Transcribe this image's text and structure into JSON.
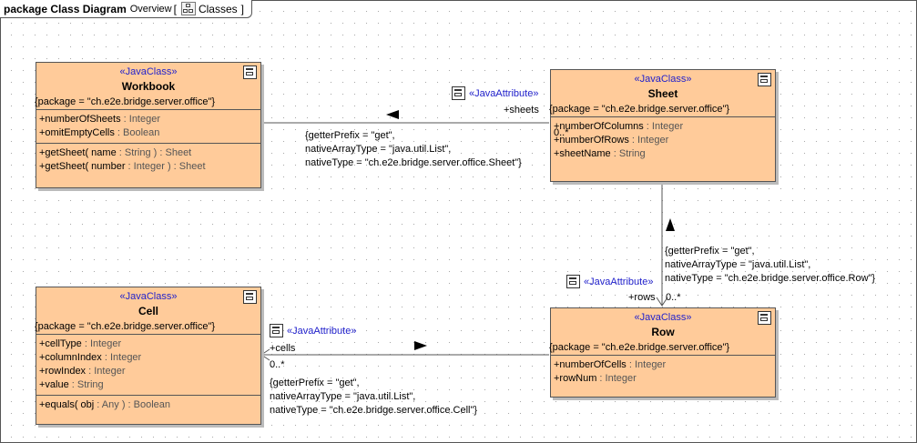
{
  "frame": {
    "keyword": "package Class Diagram",
    "name": "Overview",
    "open_bracket": "[",
    "tab_label": "Classes",
    "close_bracket": "]"
  },
  "classes": {
    "workbook": {
      "stereotype": "«JavaClass»",
      "name": "Workbook",
      "tagged": "{package = \"ch.e2e.bridge.server.office\"}",
      "attributes": [
        {
          "name": "+numberOfSheets",
          "type": " : Integer"
        },
        {
          "name": "+omitEmptyCells",
          "type": " : Boolean"
        }
      ],
      "operations": [
        {
          "name": "+getSheet( name",
          "type": " : String ) : Sheet"
        },
        {
          "name": "+getSheet( number",
          "type": " : Integer ) : Sheet"
        }
      ]
    },
    "sheet": {
      "stereotype": "«JavaClass»",
      "name": "Sheet",
      "tagged": "{package = \"ch.e2e.bridge.server.office\"}",
      "attributes": [
        {
          "name": "+numberOfColumns",
          "type": " : Integer"
        },
        {
          "name": "+numberOfRows",
          "type": " : Integer"
        },
        {
          "name": "+sheetName",
          "type": " : String"
        }
      ]
    },
    "cell": {
      "stereotype": "«JavaClass»",
      "name": "Cell",
      "tagged": "{package = \"ch.e2e.bridge.server.office\"}",
      "attributes": [
        {
          "name": "+cellType",
          "type": " : Integer"
        },
        {
          "name": "+columnIndex",
          "type": " : Integer"
        },
        {
          "name": "+rowIndex",
          "type": " : Integer"
        },
        {
          "name": "+value",
          "type": " : String"
        }
      ],
      "operations": [
        {
          "name": "+equals( obj",
          "type": " : Any ) : Boolean"
        }
      ]
    },
    "row": {
      "stereotype": "«JavaClass»",
      "name": "Row",
      "tagged": "{package = \"ch.e2e.bridge.server.office\"}",
      "attributes": [
        {
          "name": "+numberOfCells",
          "type": " : Integer"
        },
        {
          "name": "+rowNum",
          "type": " : Integer"
        }
      ]
    }
  },
  "associations": {
    "sheets": {
      "stereotype": "«JavaAttribute»",
      "role": "+sheets",
      "multiplicity": "0..*",
      "tags": [
        "{getterPrefix = \"get\",",
        "nativeArrayType = \"java.util.List\",",
        "nativeType = \"ch.e2e.bridge.server.office.Sheet\"}"
      ]
    },
    "rows": {
      "stereotype": "«JavaAttribute»",
      "role": "+rows",
      "multiplicity": "0..*",
      "tags": [
        "{getterPrefix = \"get\",",
        "nativeArrayType = \"java.util.List\",",
        "nativeType = \"ch.e2e.bridge.server.office.Row\"}"
      ]
    },
    "cells": {
      "stereotype": "«JavaAttribute»",
      "role": "+cells",
      "multiplicity": "0..*",
      "tags": [
        "{getterPrefix = \"get\",",
        "nativeArrayType = \"java.util.List\",",
        "nativeType = \"ch.e2e.bridge.server.office.Cell\"}"
      ]
    }
  },
  "colors": {
    "class_fill": "#ffcb9a",
    "stereotype_text": "#2222cc",
    "line": "#555555"
  },
  "icons": {
    "class_icon": "class-diagram-icon",
    "attribute_icon": "java-attribute-icon",
    "tab_icon": "class-diagram-tab-icon"
  }
}
